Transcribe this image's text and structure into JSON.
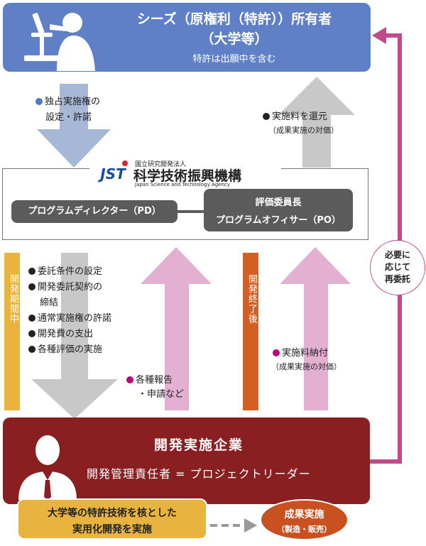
{
  "seeds": {
    "title_line1": "シーズ（原権利（特許））所有者",
    "title_line2": "（大学等）",
    "subtitle": "特許は出願中を含む"
  },
  "labels": {
    "exclusive_license_line1": "独占実施権の",
    "exclusive_license_line2": "設定・許諾",
    "royalty_return": "実施料を還元",
    "royalty_return_note": "（成果実施の対価）",
    "royalty_payment": "実施料納付",
    "royalty_payment_note": "（成果実施の対価）",
    "reports_line1": "各種報告",
    "reports_line2": "・申請など"
  },
  "jst": {
    "logo_text": "JST",
    "org_small": "国立研究開発法人",
    "org_name": "科学技術振興機構",
    "org_english": "Japan Science and Technology Agency",
    "pd_label": "プログラムディレクター（PD）",
    "po_line1": "評価委員長",
    "po_line2": "プログラムオフィサー（PO）"
  },
  "during_dev": {
    "side_label": "開発期間中",
    "items": [
      "委託条件の設定",
      "開発委託契約の",
      "締結",
      "通常実施権の許諾",
      "開発費の支出",
      "各種評価の実施"
    ]
  },
  "after_dev": {
    "side_label": "開発終了後"
  },
  "re_commission": {
    "line1": "必要に",
    "line2": "応じて",
    "line3": "再委託"
  },
  "company": {
    "title": "開発実施企業",
    "manager": "開発管理責任者 = プロジェクトリーダー",
    "yellow_line1": "大学等の特許技術を核とした",
    "yellow_line2": "実用化開発を実施",
    "result_line1": "成果実施",
    "result_line2": "（製造・販売）"
  },
  "colors": {
    "seeds_blue": "#5f7fc6",
    "company_red": "#8a1f22",
    "pink_arrow": "#e4b0d2",
    "gray_arrow": "#c8c8c8",
    "blue_arrow": "#a7b7d6",
    "magenta_line": "#c04a8b",
    "during_bar": "#e8b43d",
    "after_bar": "#d25f24",
    "dot_blue": "#4e7bc9",
    "dot_magenta": "#c0007a",
    "dot_black": "#222222"
  }
}
